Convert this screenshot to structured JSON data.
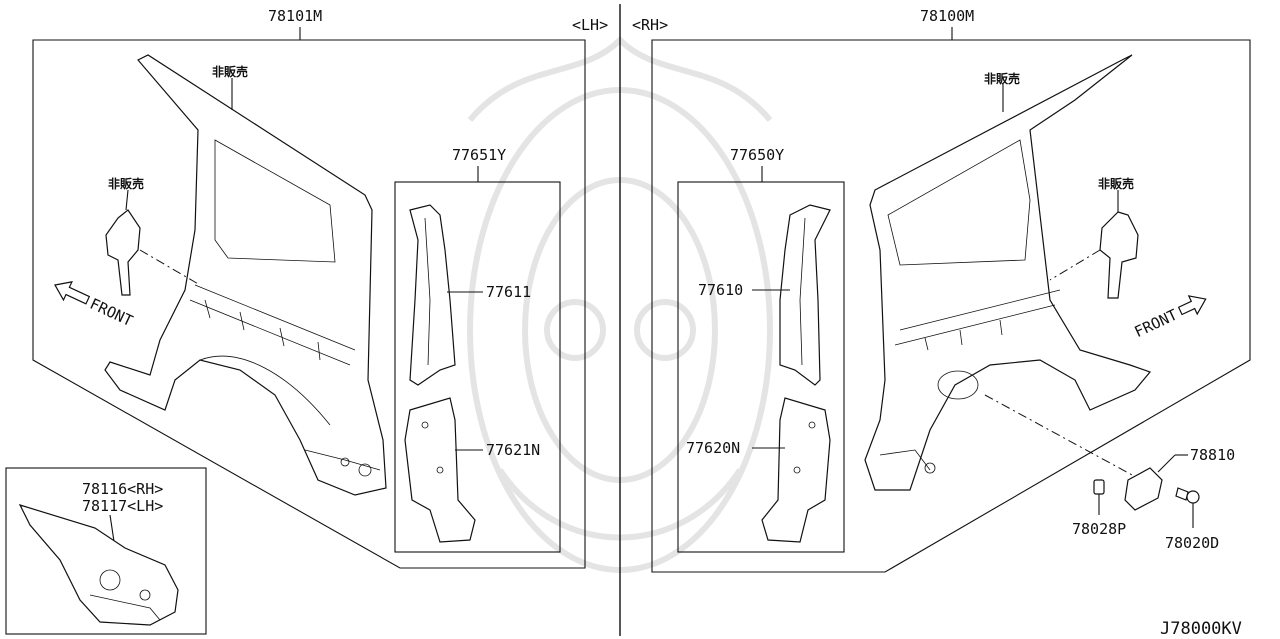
{
  "panels": {
    "lh": {
      "assembly": "78101M",
      "side": "<LH>",
      "not_for_sale_upper": "非販売",
      "not_for_sale_side": "非販売",
      "front": "FRONT",
      "sub_group": "77651Y",
      "parts": [
        "77611",
        "77621N"
      ]
    },
    "rh": {
      "assembly": "78100M",
      "side": "<RH>",
      "not_for_sale_upper": "非販売",
      "not_for_sale_side": "非販売",
      "front": "FRONT",
      "sub_group": "77650Y",
      "parts": [
        "77610",
        "77620N"
      ],
      "small_parts": [
        "78810",
        "78028P",
        "78020D"
      ]
    },
    "inset": {
      "line1": "78116<RH>",
      "line2": "78117<LH>"
    }
  },
  "diagram_code": "J78000KV"
}
